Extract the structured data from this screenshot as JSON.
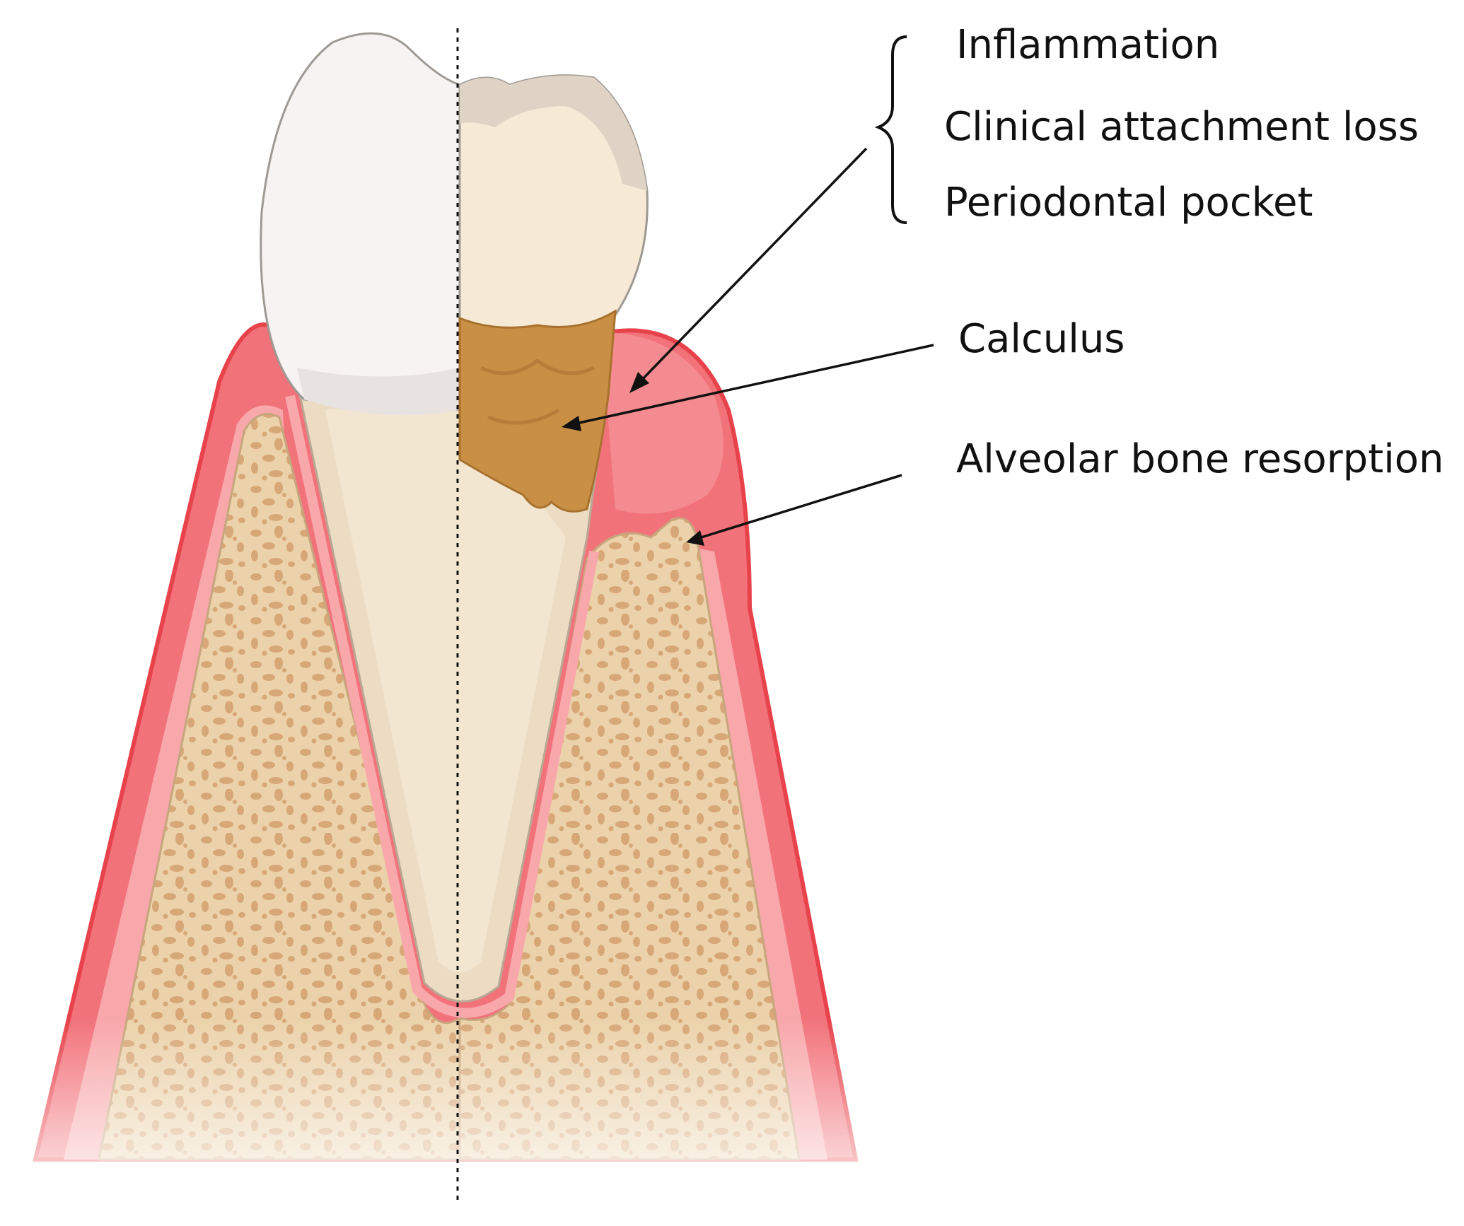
{
  "labels": {
    "inflammation": "Inflammation",
    "clinical_attachment_loss": "Clinical attachment loss",
    "periodontal_pocket": "Periodontal pocket",
    "calculus": "Calculus",
    "alveolar_bone_resorption": "Alveolar bone resorption"
  },
  "colors": {
    "gum": "#f2727a",
    "gum_dark": "#e8424b",
    "gum_light": "#f8a7aa",
    "bone": "#ebd2aa",
    "bone_spot": "#d8a777",
    "enamel": "#f7f3f3",
    "enamel_shade": "#e8e2e0",
    "dentin": "#f6e9d6",
    "root": "#ecdcc4",
    "calculus": "#c98f45",
    "calculus_dark": "#a8722e",
    "line": "#111111"
  }
}
